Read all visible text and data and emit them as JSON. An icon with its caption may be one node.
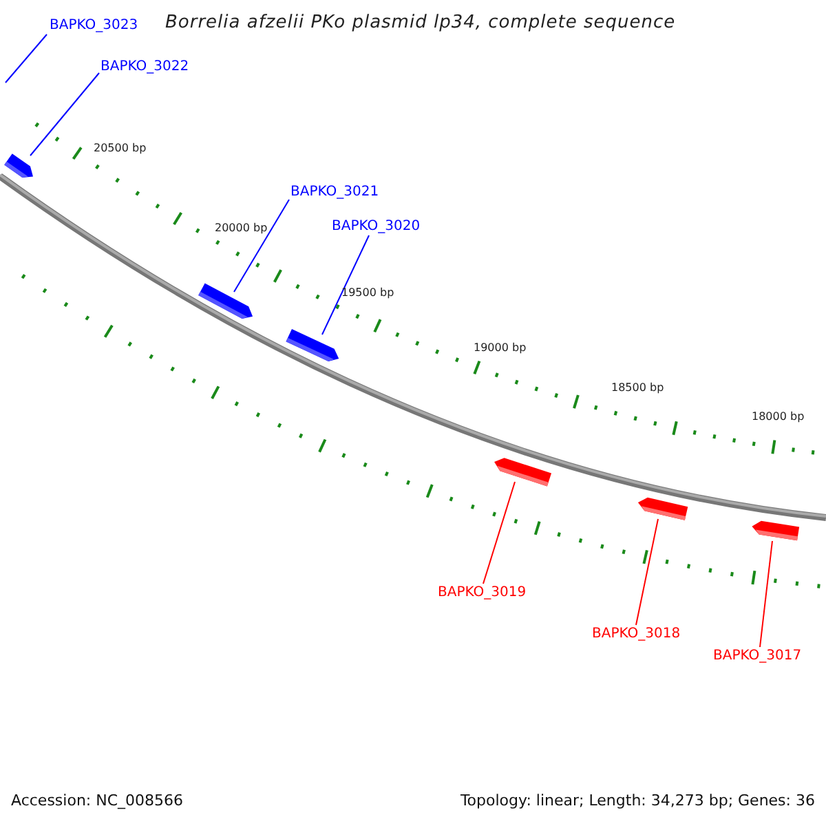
{
  "diagram": {
    "title": "Borrelia afzelii PKo plasmid lp34, complete sequence",
    "nodes": [
      {
        "text": [
          "BAPKO_3023"
        ]
      },
      {
        "text": [
          "BAPKO_3022"
        ]
      },
      {
        "text": [],
        "shape": "arrow"
      },
      {
        "text": [
          "BAPKO_3021"
        ]
      },
      {
        "text": [],
        "shape": "arrow"
      },
      {
        "text": [
          "BAPKO_3020"
        ]
      },
      {
        "text": [],
        "shape": "arrow"
      },
      {
        "text": [],
        "shape": "arrow"
      },
      {
        "text": [
          "BAPKO_3019"
        ]
      },
      {
        "text": [],
        "shape": "arrow"
      },
      {
        "text": [
          "BAPKO_3018"
        ]
      },
      {
        "text": [],
        "shape": "arrow"
      },
      {
        "text": [
          "BAPKO_3017"
        ]
      }
    ],
    "edges": [
      {
        "from": 0,
        "to": null,
        "arrow": "none"
      },
      {
        "from": 1,
        "to": 2,
        "arrow": "none"
      },
      {
        "from": 3,
        "to": 4,
        "arrow": "none"
      },
      {
        "from": 5,
        "to": 6,
        "arrow": "none"
      },
      {
        "from": 8,
        "to": 7,
        "arrow": "none",
        "color": "#ff0000"
      },
      {
        "from": 10,
        "to": 9,
        "arrow": "none",
        "color": "#ff0000"
      },
      {
        "from": 12,
        "to": 11,
        "arrow": "none",
        "color": "#ff0000"
      }
    ],
    "labels": [
      "20500 bp",
      "20000 bp",
      "19500 bp",
      "19000 bp",
      "18500 bp",
      "18000 bp",
      "Accession: NC_008566",
      "Topology: linear; Length: 34,273 bp; Genes: 36"
    ]
  }
}
